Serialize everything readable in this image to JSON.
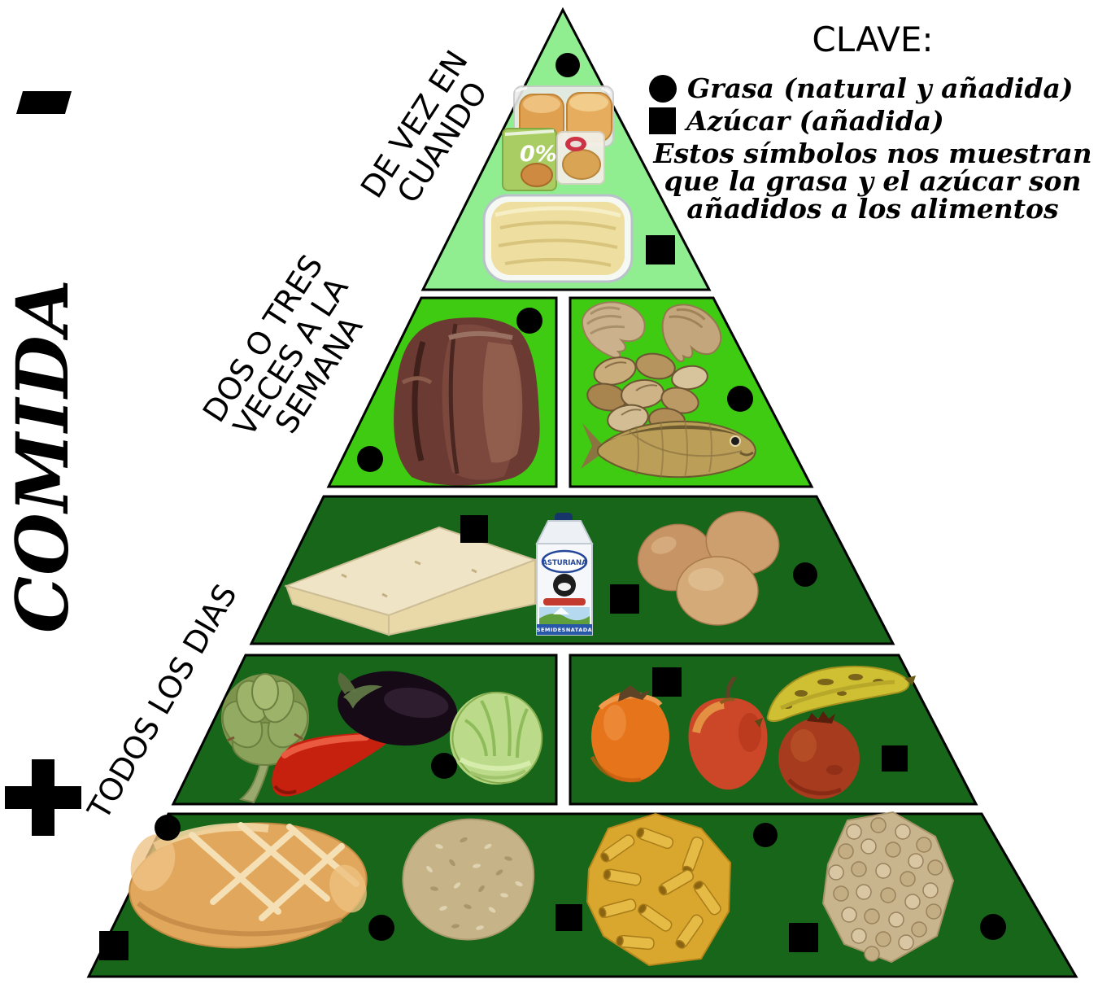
{
  "scale": {
    "title": "COMIDA",
    "less_symbol": "−",
    "more_symbol": "+"
  },
  "legend": {
    "title": "CLAVE:",
    "symbol_color": "#000000",
    "items": [
      {
        "symbol": "circle",
        "label": "Grasa (natural y añadida)"
      },
      {
        "symbol": "square",
        "label": "Azúcar (añadida)"
      }
    ],
    "note_lines": [
      "Estos símbolos nos muestran",
      "que la grasa y el azúcar son",
      "añadidos a los alimentos"
    ]
  },
  "packaging": {
    "bag_label": "0%",
    "milk_brand": "ASTURIANA",
    "milk_type": "SEMIDESNATADA"
  },
  "levels": [
    {
      "frequency": "DE VEZ EN CUANDO",
      "label_lines": [
        "DE VEZ EN",
        "CUANDO"
      ],
      "color": "#90ee90",
      "foods": [
        "bollería envasada",
        "bolsa 0%",
        "dulce envasado",
        "mantequilla"
      ],
      "symbols": [
        "grasa",
        "azucar"
      ]
    },
    {
      "frequency": "DOS O TRES VECES A LA SEMANA",
      "label_lines": [
        "DOS O TRES",
        "VECES A LA",
        "SEMANA"
      ],
      "color": "#3ecb11",
      "foods_left": [
        "carne roja"
      ],
      "foods_right": [
        "gambas",
        "almejas",
        "pescado"
      ],
      "symbols": [
        "grasa",
        "grasa",
        "grasa"
      ]
    },
    {
      "frequency": "TODOS LOS DIAS",
      "color": "#176619",
      "foods": [
        "queso",
        "leche",
        "huevos"
      ],
      "symbols": [
        "azucar",
        "azucar",
        "grasa"
      ]
    },
    {
      "frequency": "TODOS LOS DIAS",
      "label_lines": [
        "TODOS LOS DIAS"
      ],
      "color": "#176619",
      "foods_left": [
        "alcachofa",
        "guindilla",
        "berenjena",
        "lechuga"
      ],
      "foods_right": [
        "caqui",
        "manzana",
        "plátano",
        "granada"
      ],
      "symbols": [
        "grasa",
        "azucar",
        "azucar"
      ]
    },
    {
      "frequency": "TODOS LOS DIAS",
      "color": "#176619",
      "foods": [
        "pan",
        "arroz",
        "pasta",
        "garbanzos"
      ],
      "symbols": [
        "grasa",
        "azucar",
        "grasa",
        "azucar",
        "grasa",
        "azucar",
        "grasa"
      ]
    }
  ]
}
